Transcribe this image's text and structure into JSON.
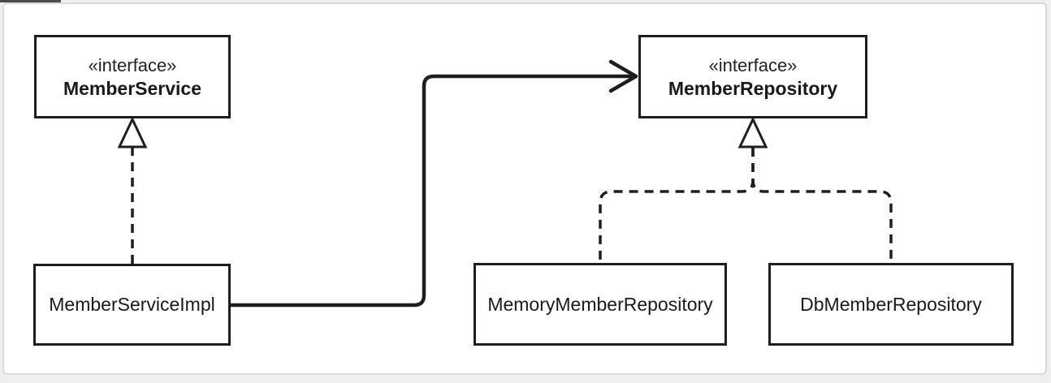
{
  "diagram": {
    "type": "uml-class-diagram",
    "nodes": [
      {
        "id": "member-service",
        "stereotype": "«interface»",
        "name": "MemberService"
      },
      {
        "id": "member-repository",
        "stereotype": "«interface»",
        "name": "MemberRepository"
      },
      {
        "id": "member-service-impl",
        "name": "MemberServiceImpl"
      },
      {
        "id": "memory-member-repository",
        "name": "MemoryMemberRepository"
      },
      {
        "id": "db-member-repository",
        "name": "DbMemberRepository"
      }
    ],
    "edges": [
      {
        "from": "MemberServiceImpl",
        "to": "MemberService",
        "type": "realization",
        "style": "dashed-hollow-triangle"
      },
      {
        "from": "MemberServiceImpl",
        "to": "MemberRepository",
        "type": "dependency",
        "style": "solid-open-arrow"
      },
      {
        "from": "MemoryMemberRepository",
        "to": "MemberRepository",
        "type": "realization",
        "style": "dashed-hollow-triangle"
      },
      {
        "from": "DbMemberRepository",
        "to": "MemberRepository",
        "type": "realization",
        "style": "dashed-hollow-triangle"
      }
    ],
    "colors": {
      "line": "#1e1e1e",
      "box_fill": "#ffffff",
      "canvas_bg": "#ffffff",
      "canvas_border": "#d8dadb",
      "page_bg": "#edeff0"
    }
  }
}
